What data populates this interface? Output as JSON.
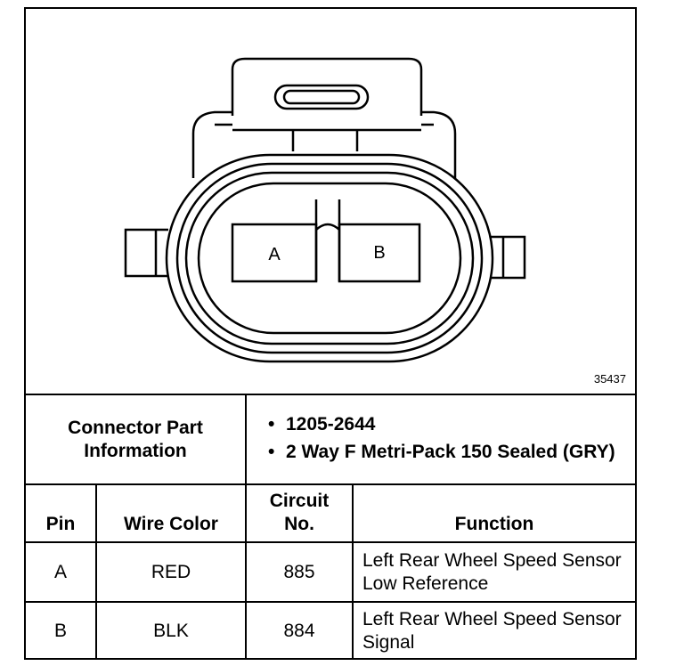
{
  "figure": {
    "id": "35437",
    "pin_labels": [
      "A",
      "B"
    ]
  },
  "connector_info": {
    "label": "Connector Part Information",
    "items": [
      "1205-2644",
      "2 Way F Metri-Pack 150 Sealed (GRY)"
    ]
  },
  "table": {
    "headers": {
      "pin": "Pin",
      "wire_color": "Wire Color",
      "circuit": "Circuit No.",
      "function": "Function"
    },
    "rows": [
      {
        "pin": "A",
        "wire_color": "RED",
        "circuit": "885",
        "function": "Left Rear Wheel Speed Sensor Low Reference"
      },
      {
        "pin": "B",
        "wire_color": "BLK",
        "circuit": "884",
        "function": "Left Rear Wheel Speed Sensor Signal"
      }
    ]
  }
}
